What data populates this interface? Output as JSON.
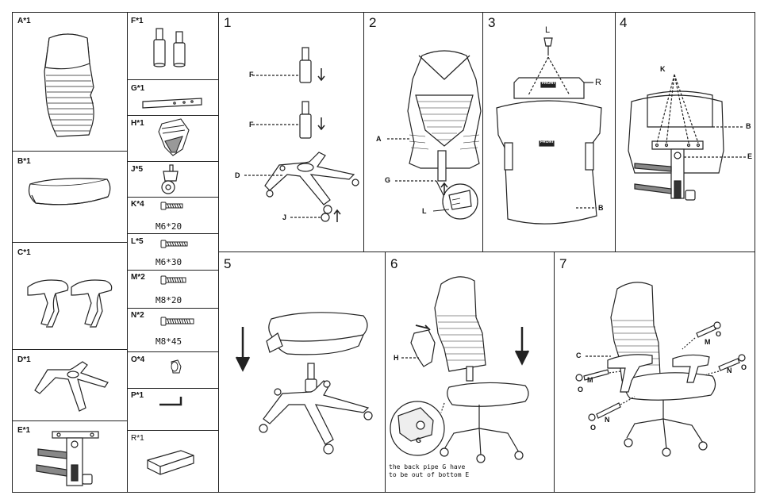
{
  "parts": [
    {
      "id": "A",
      "label": "A*1",
      "icon": "backrest-icon"
    },
    {
      "id": "B",
      "label": "B*1",
      "icon": "seat-cushion-icon"
    },
    {
      "id": "C",
      "label": "C*1",
      "icon": "armrest-pair-icon"
    },
    {
      "id": "D",
      "label": "D*1",
      "icon": "star-base-icon"
    },
    {
      "id": "E",
      "label": "E*1",
      "icon": "tilt-mechanism-icon"
    },
    {
      "id": "F",
      "label": "F*1",
      "icon": "gas-lift-icon"
    },
    {
      "id": "G",
      "label": "G*1",
      "icon": "back-pipe-bar-icon"
    },
    {
      "id": "H",
      "label": "H*1",
      "icon": "back-cover-icon"
    },
    {
      "id": "J",
      "label": "J*5",
      "icon": "caster-wheel-icon"
    },
    {
      "id": "K",
      "label": "K*4",
      "icon": "screw-icon",
      "size": "M6*20"
    },
    {
      "id": "L",
      "label": "L*5",
      "icon": "screw-icon",
      "size": "M6*30"
    },
    {
      "id": "M",
      "label": "M*2",
      "icon": "screw-icon",
      "size": "M8*20"
    },
    {
      "id": "N",
      "label": "N*2",
      "icon": "screw-icon",
      "size": "M8*45"
    },
    {
      "id": "O",
      "label": "O*4",
      "icon": "washer-icon"
    },
    {
      "id": "P",
      "label": "P*1",
      "icon": "allen-key-icon"
    },
    {
      "id": "R",
      "label": "R*1",
      "icon": "cover-block-icon"
    }
  ],
  "steps": [
    {
      "number": "1",
      "callouts": [
        "F",
        "F",
        "D",
        "J"
      ]
    },
    {
      "number": "2",
      "callouts": [
        "A",
        "G",
        "L"
      ]
    },
    {
      "number": "3",
      "callouts": [
        "L",
        "R",
        "B"
      ],
      "stamps": [
        "FRONT",
        "FRONT"
      ]
    },
    {
      "number": "4",
      "callouts": [
        "K",
        "B",
        "E"
      ]
    },
    {
      "number": "5",
      "callouts": []
    },
    {
      "number": "6",
      "callouts": [
        "H",
        "G"
      ],
      "note": [
        "the back pipe G have",
        "to be out of bottom E"
      ]
    },
    {
      "number": "7",
      "callouts": [
        "C",
        "M",
        "O",
        "O",
        "M",
        "N",
        "O",
        "O",
        "N"
      ]
    }
  ]
}
